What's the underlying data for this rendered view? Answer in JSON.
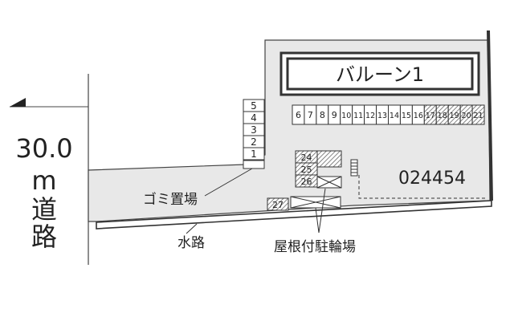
{
  "road": {
    "width_line1": "30.0",
    "width_line2": "m",
    "label_line1": "道",
    "label_line2": "路"
  },
  "building": {
    "name": "バルーン1"
  },
  "site": {
    "code": "024454"
  },
  "labels": {
    "garbage": "ゴミ置場",
    "waterway": "水路",
    "bicycle": "屋根付駐輪場"
  },
  "parking": {
    "upper_row": [
      "6",
      "7",
      "8",
      "9",
      "10",
      "11",
      "12",
      "13",
      "14",
      "15",
      "16",
      "17",
      "18",
      "19",
      "20",
      "21"
    ],
    "left_column": [
      "5",
      "4",
      "3",
      "2",
      "1"
    ],
    "center_block": [
      "24",
      "25",
      "26"
    ],
    "bottom": "27"
  },
  "colors": {
    "site_fill": "#e8e8e8",
    "line": "#333333",
    "hatch": "#666666"
  }
}
